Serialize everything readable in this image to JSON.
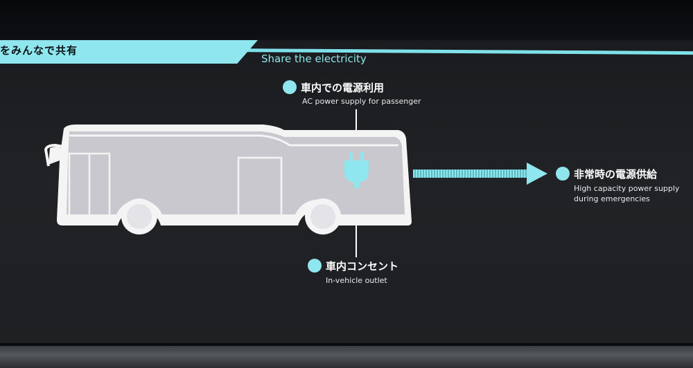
{
  "banner": {
    "text": "をみんなで共有"
  },
  "subtitle": "Share the electricity",
  "callouts": {
    "top": {
      "jp": "車内での電源利用",
      "en": "AC power supply for passenger"
    },
    "right": {
      "jp": "非常時の電源供給",
      "en_line1": "High capacity power supply",
      "en_line2": "during emergencies"
    },
    "bottom": {
      "jp": "車内コンセント",
      "en": "In-vehicle outlet"
    }
  },
  "icons": {
    "plug": "plug-icon",
    "arrow": "right-arrow-icon",
    "bus": "bus-illustration"
  },
  "colors": {
    "accent": "#8fe6ee",
    "bus_body": "#c9c8cf",
    "background": "#1d1f22"
  }
}
